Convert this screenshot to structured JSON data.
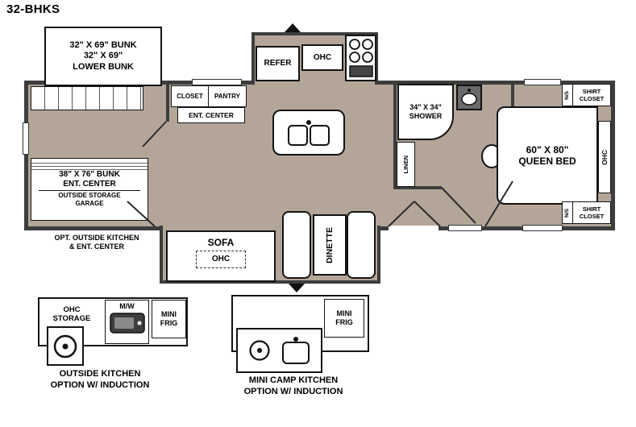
{
  "title": "32-BHKS",
  "colors": {
    "floor": "#b3a698",
    "wall": "#3d3d3d"
  },
  "floorplan": {
    "bunk_slideout": {
      "line1": "32\" X 69\" BUNK",
      "line2": "32\" X 69\"",
      "line3": "LOWER BUNK"
    },
    "left_bunk": {
      "line1": "38\" X 76\" BUNK",
      "line2": "ENT. CENTER",
      "line3": "OUTSIDE STORAGE",
      "line4": "GARAGE"
    },
    "opt_note": {
      "line1": "OPT. OUTSIDE KITCHEN",
      "line2": "& ENT. CENTER"
    },
    "closet": "CLOSET",
    "pantry": "PANTRY",
    "ent_center": "ENT. CENTER",
    "refer": "REFER",
    "kitchen_ohc": "OHC",
    "shower": {
      "line1": "34\" X 34\"",
      "line2": "SHOWER"
    },
    "linen": "LINEN",
    "queen_bed": {
      "line1": "60\" X 80\"",
      "line2": "QUEEN BED"
    },
    "bed_ohc": "OHC",
    "shirt_closet_top": {
      "ns": "N/S",
      "line1": "SHIRT",
      "line2": "CLOSET"
    },
    "shirt_closet_bottom": {
      "ns": "N/S",
      "line1": "SHIRT",
      "line2": "CLOSET"
    },
    "sofa": "SOFA",
    "sofa_ohc": "OHC",
    "dinette": "DINETTE"
  },
  "outside_kitchen_option": {
    "ohc_storage": {
      "line1": "OHC",
      "line2": "STORAGE"
    },
    "microwave": "M/W",
    "mini_frig": {
      "line1": "MINI",
      "line2": "FRIG"
    },
    "caption": {
      "line1": "OUTSIDE KITCHEN",
      "line2": "OPTION W/ INDUCTION"
    }
  },
  "mini_camp_kitchen_option": {
    "mini_frig": {
      "line1": "MINI",
      "line2": "FRIG"
    },
    "caption": {
      "line1": "MINI CAMP KITCHEN",
      "line2": "OPTION W/ INDUCTION"
    }
  },
  "icons": {
    "range": "stove-burners-icon",
    "island_sink": "double-sink-icon",
    "vanity": "vanity-sink-icon",
    "toilet": "toilet-icon",
    "induction": "induction-burner-icon",
    "microwave": "microwave-icon",
    "camp_sink": "sink-icon",
    "entry_step": "step-marker-icon"
  }
}
